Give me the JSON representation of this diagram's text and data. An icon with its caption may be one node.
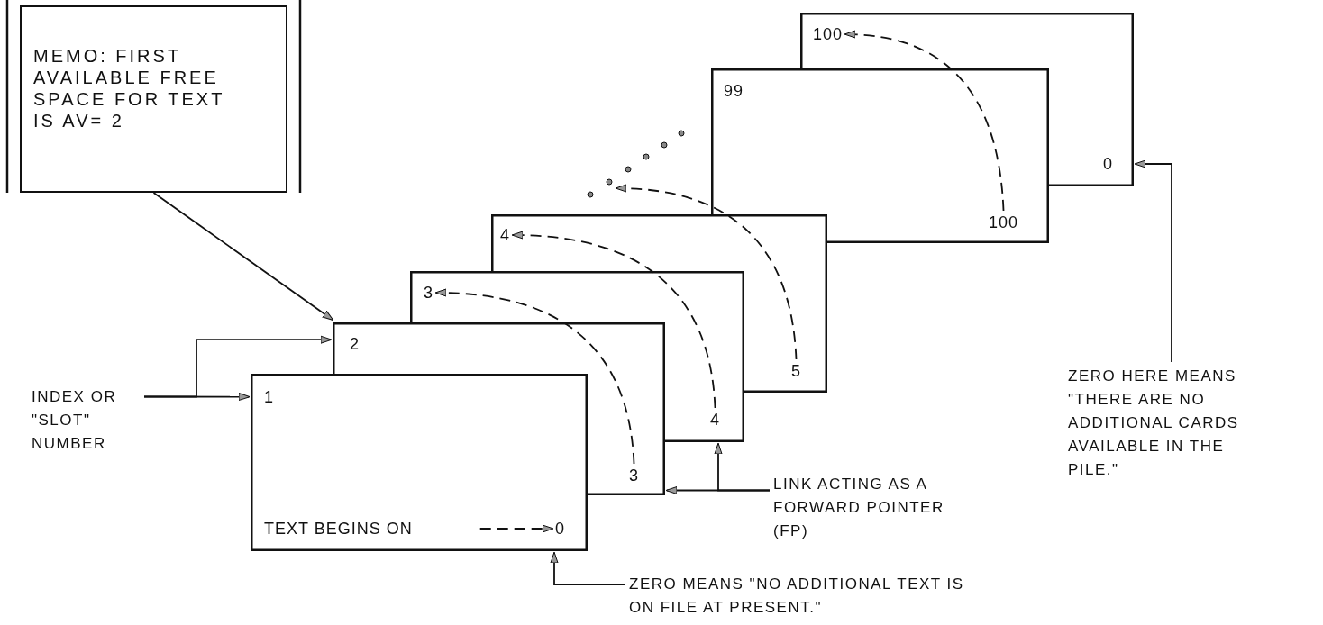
{
  "diagram": {
    "nodes": [
      {
        "text": [
          "MEMO: FIRST AVAILABLE FREE SPACE FOR TEXT IS AV= 2"
        ]
      },
      {
        "text": [],
        "shape": "box"
      },
      {
        "text": [
          "100"
        ],
        "in": 1
      },
      {
        "text": [
          "0"
        ],
        "in": 1
      },
      {
        "text": [],
        "shape": "box"
      },
      {
        "text": [
          "99"
        ],
        "in": 4
      },
      {
        "text": [
          "100"
        ],
        "in": 4
      },
      {
        "text": [],
        "shape": "box"
      },
      {
        "text": [
          "4"
        ],
        "in": 7
      },
      {
        "text": [
          "5"
        ],
        "in": 7
      },
      {
        "text": [],
        "shape": "box"
      },
      {
        "text": [
          "3"
        ],
        "in": 10
      },
      {
        "text": [
          "4"
        ],
        "in": 10
      },
      {
        "text": [],
        "shape": "box"
      },
      {
        "text": [
          "2"
        ],
        "in": 13
      },
      {
        "text": [
          "3"
        ],
        "in": 13
      },
      {
        "text": [
          "INDEX OR \"SLOT\" NUMBER"
        ]
      },
      {
        "text": [],
        "shape": "box"
      },
      {
        "text": [
          "1"
        ],
        "in": 17
      },
      {
        "text": [
          "TEXT BEGINS ON"
        ],
        "in": 17
      },
      {
        "text": [
          "0"
        ],
        "in": 17
      },
      {
        "text": [
          "ZERO HERE MEANS \"THERE ARE NO ADDITIONAL CARDS AVAILABLE IN THE PILE.\""
        ]
      },
      {
        "text": [
          "LINK ACTING AS A FORWARD POINTER (FP)"
        ]
      },
      {
        "text": [
          "ZERO MEANS \"NO ADDITIONAL TEXT IS ON FILE AT PRESENT.\""
        ]
      }
    ],
    "edges": [
      {
        "from": 0,
        "to": 13,
        "arrow": "to"
      },
      {
        "from": 16,
        "to": 17,
        "arrow": "to"
      },
      {
        "from": 16,
        "to": 13,
        "arrow": "to"
      },
      {
        "from": 19,
        "to": 20,
        "arrow": "to",
        "style": "dashed"
      },
      {
        "from": 15,
        "to": 11,
        "arrow": "to",
        "style": "dashed"
      },
      {
        "from": 12,
        "to": 8,
        "arrow": "to",
        "style": "dashed"
      },
      {
        "from": 9,
        "to": null,
        "arrow": "to",
        "style": "dashed"
      },
      {
        "from": 6,
        "to": 2,
        "arrow": "to",
        "style": "dashed"
      },
      {
        "from": 22,
        "to": 13,
        "arrow": "to"
      },
      {
        "from": 22,
        "to": 10,
        "arrow": "to"
      },
      {
        "from": 23,
        "to": 17,
        "arrow": "to"
      },
      {
        "from": 21,
        "to": 1,
        "arrow": "to"
      }
    ]
  }
}
